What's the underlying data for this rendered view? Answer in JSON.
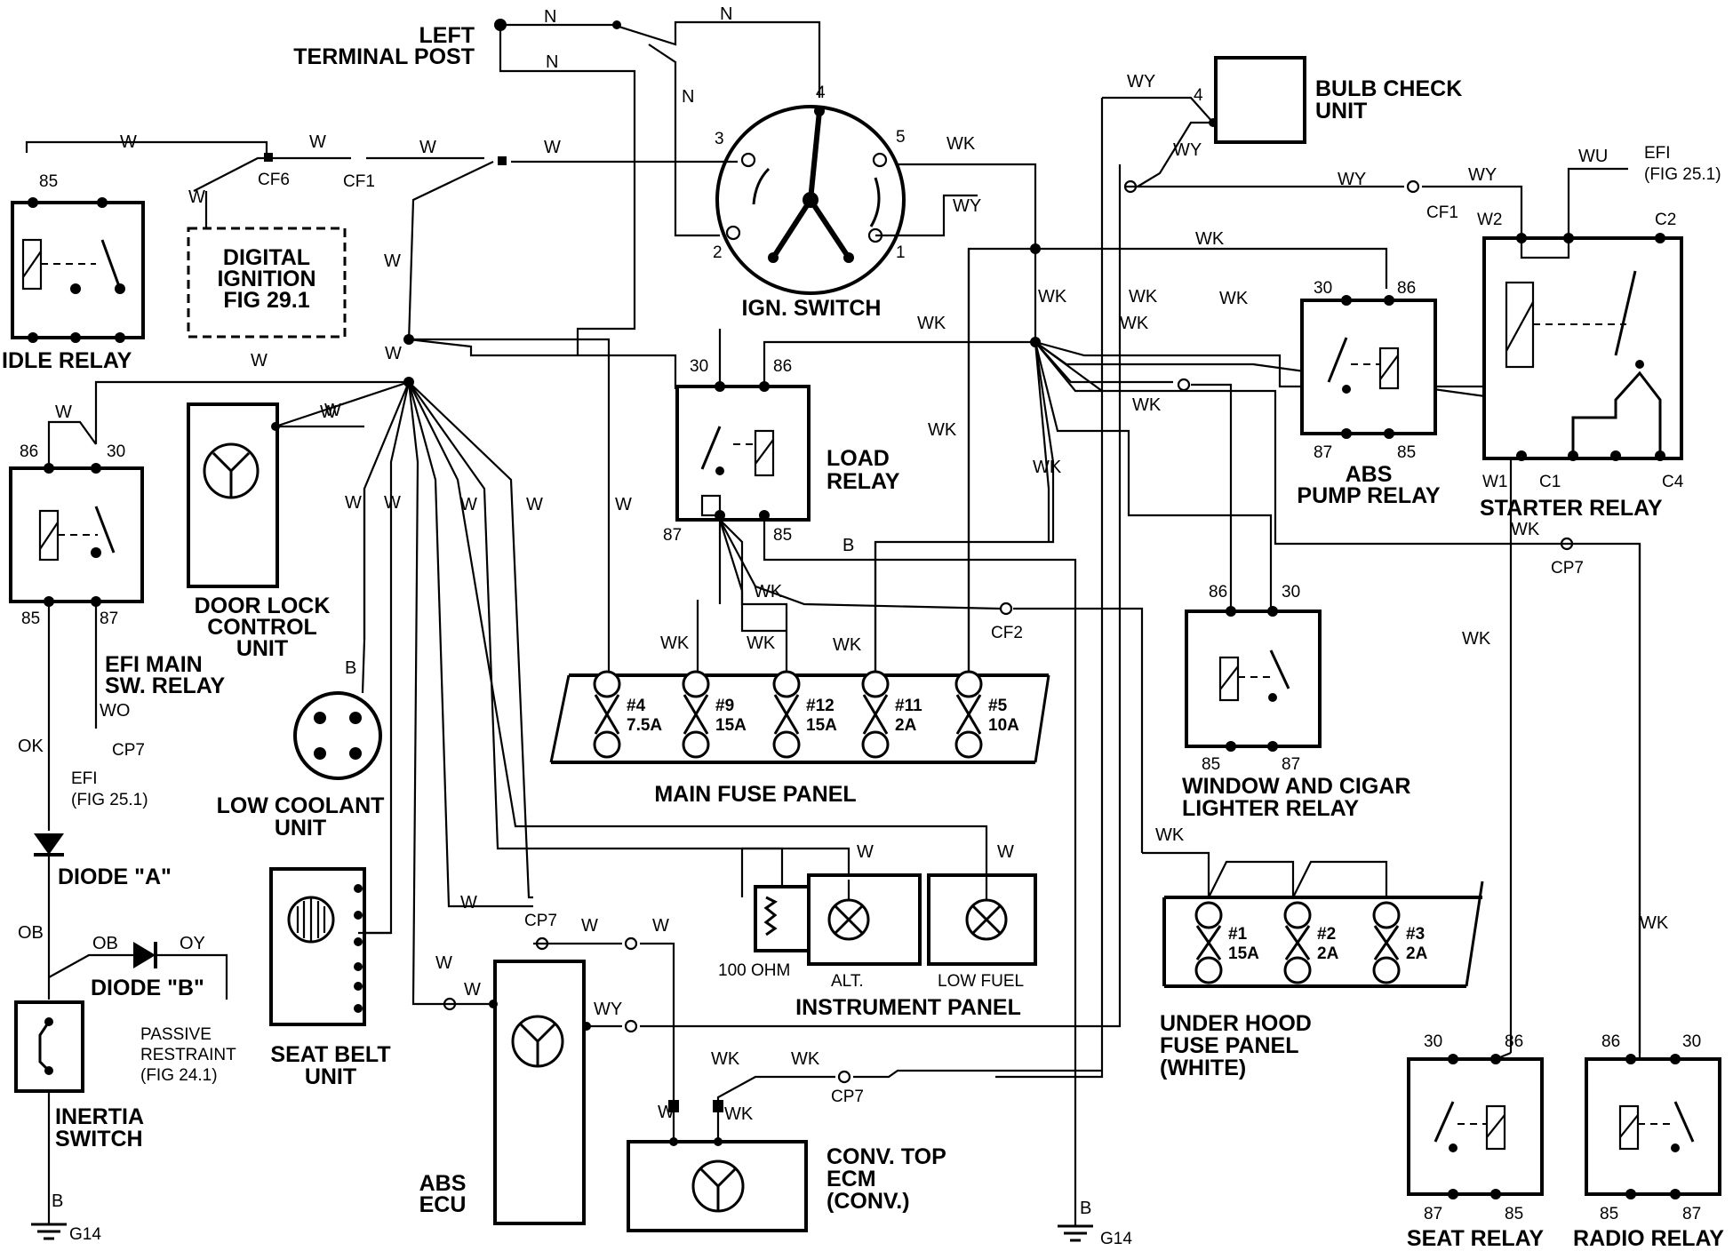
{
  "components": {
    "left_terminal": [
      "LEFT",
      "TERMINAL POST"
    ],
    "ign_switch": "IGN. SWITCH",
    "bulb_check": [
      "BULB CHECK",
      "UNIT"
    ],
    "idle_relay": "IDLE RELAY",
    "digital_ignition": [
      "DIGITAL",
      "IGNITION",
      "FIG 29.1"
    ],
    "efi_top": [
      "EFI",
      "(FIG 25.1)"
    ],
    "starter_relay": "STARTER RELAY",
    "abs_pump_relay": [
      "ABS",
      "PUMP RELAY"
    ],
    "load_relay": [
      "LOAD",
      "RELAY"
    ],
    "door_lock": [
      "DOOR LOCK",
      "CONTROL",
      "UNIT"
    ],
    "efi_main": [
      "EFI MAIN",
      "SW. RELAY"
    ],
    "efi_left": [
      "EFI",
      "(FIG 25.1)"
    ],
    "low_coolant": [
      "LOW COOLANT",
      "UNIT"
    ],
    "main_fuse_panel": "MAIN FUSE PANEL",
    "window_relay": [
      "WINDOW AND CIGAR",
      "LIGHTER RELAY"
    ],
    "diode_a": "DIODE \"A\"",
    "diode_b": "DIODE \"B\"",
    "passive_restraint": [
      "PASSIVE",
      "RESTRAINT",
      "(FIG 24.1)"
    ],
    "inertia_switch": [
      "INERTIA",
      "SWITCH"
    ],
    "seat_belt": [
      "SEAT BELT",
      "UNIT"
    ],
    "ohm": "100 OHM",
    "alt": "ALT.",
    "low_fuel": "LOW FUEL",
    "instrument_panel": "INSTRUMENT PANEL",
    "under_hood": [
      "UNDER HOOD",
      "FUSE PANEL",
      "(WHITE)"
    ],
    "abs_ecu": [
      "ABS",
      "ECU"
    ],
    "conv_top": [
      "CONV. TOP",
      "ECM",
      "(CONV.)"
    ],
    "seat_relay": "SEAT RELAY",
    "radio_relay": "RADIO RELAY",
    "ground": "G14"
  },
  "main_fuses": [
    {
      "id": "#4",
      "rating": "7.5A"
    },
    {
      "id": "#9",
      "rating": "15A"
    },
    {
      "id": "#12",
      "rating": "15A"
    },
    {
      "id": "#11",
      "rating": "2A"
    },
    {
      "id": "#5",
      "rating": "10A"
    }
  ],
  "hood_fuses": [
    {
      "id": "#1",
      "rating": "15A"
    },
    {
      "id": "#2",
      "rating": "2A"
    },
    {
      "id": "#3",
      "rating": "2A"
    }
  ],
  "wires": {
    "n": "N",
    "w": "W",
    "wk": "WK",
    "wy": "WY",
    "wu": "WU",
    "wo": "WO",
    "ok": "OK",
    "ob": "OB",
    "oy": "OY",
    "b": "B"
  },
  "connectors": {
    "cf6": "CF6",
    "cf1": "CF1",
    "cf2": "CF2",
    "cp7": "CP7"
  },
  "pins": {
    "p1": "1",
    "p2": "2",
    "p3": "3",
    "p4": "4",
    "p5": "5",
    "p30": "30",
    "p85": "85",
    "p86": "86",
    "p87": "87",
    "w1": "W1",
    "w2": "W2",
    "c1": "C1",
    "c2": "C2",
    "c4": "C4"
  }
}
